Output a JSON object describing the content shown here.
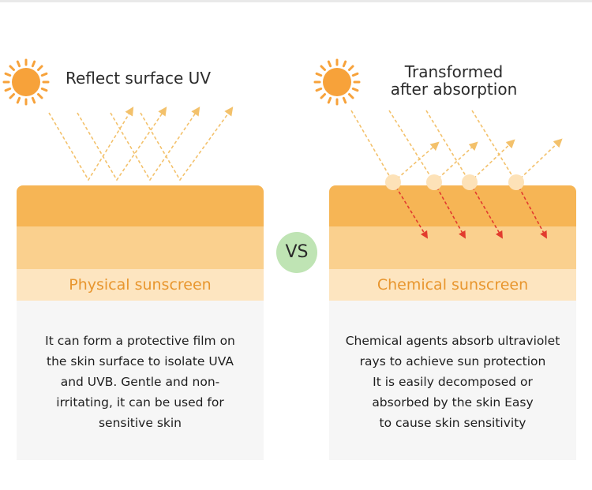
{
  "physical": {
    "heading": "Reflect surface UV",
    "label": "Physical sunscreen",
    "description_lines": [
      "It can form a protective film on",
      "the skin surface to isolate UVA",
      "and UVB. Gentle and non-",
      "irritating, it can be used for",
      "sensitive skin"
    ]
  },
  "chemical": {
    "heading_lines": [
      "Transformed",
      "after absorption"
    ],
    "label": "Chemical sunscreen",
    "description_lines": [
      "Chemical agents absorb ultraviolet",
      "rays to achieve sun protection",
      "It is easily decomposed or",
      "absorbed by the skin Easy",
      "to cause skin sensitivity"
    ]
  },
  "vs_label": "VS",
  "icons": [
    "sun-icon",
    "uv-ray-arrow-icon",
    "absorber-particle-icon"
  ],
  "colors": {
    "sun": "#f7a23a",
    "ray": "#f3c16b",
    "penetrating_ray": "#e23b2e",
    "skin_top": "#f6b555",
    "skin_mid": "#fad08e",
    "skin_label_band": "#fde5c0",
    "label_text": "#e8962e",
    "vs_circle": "#bfe4b4"
  }
}
